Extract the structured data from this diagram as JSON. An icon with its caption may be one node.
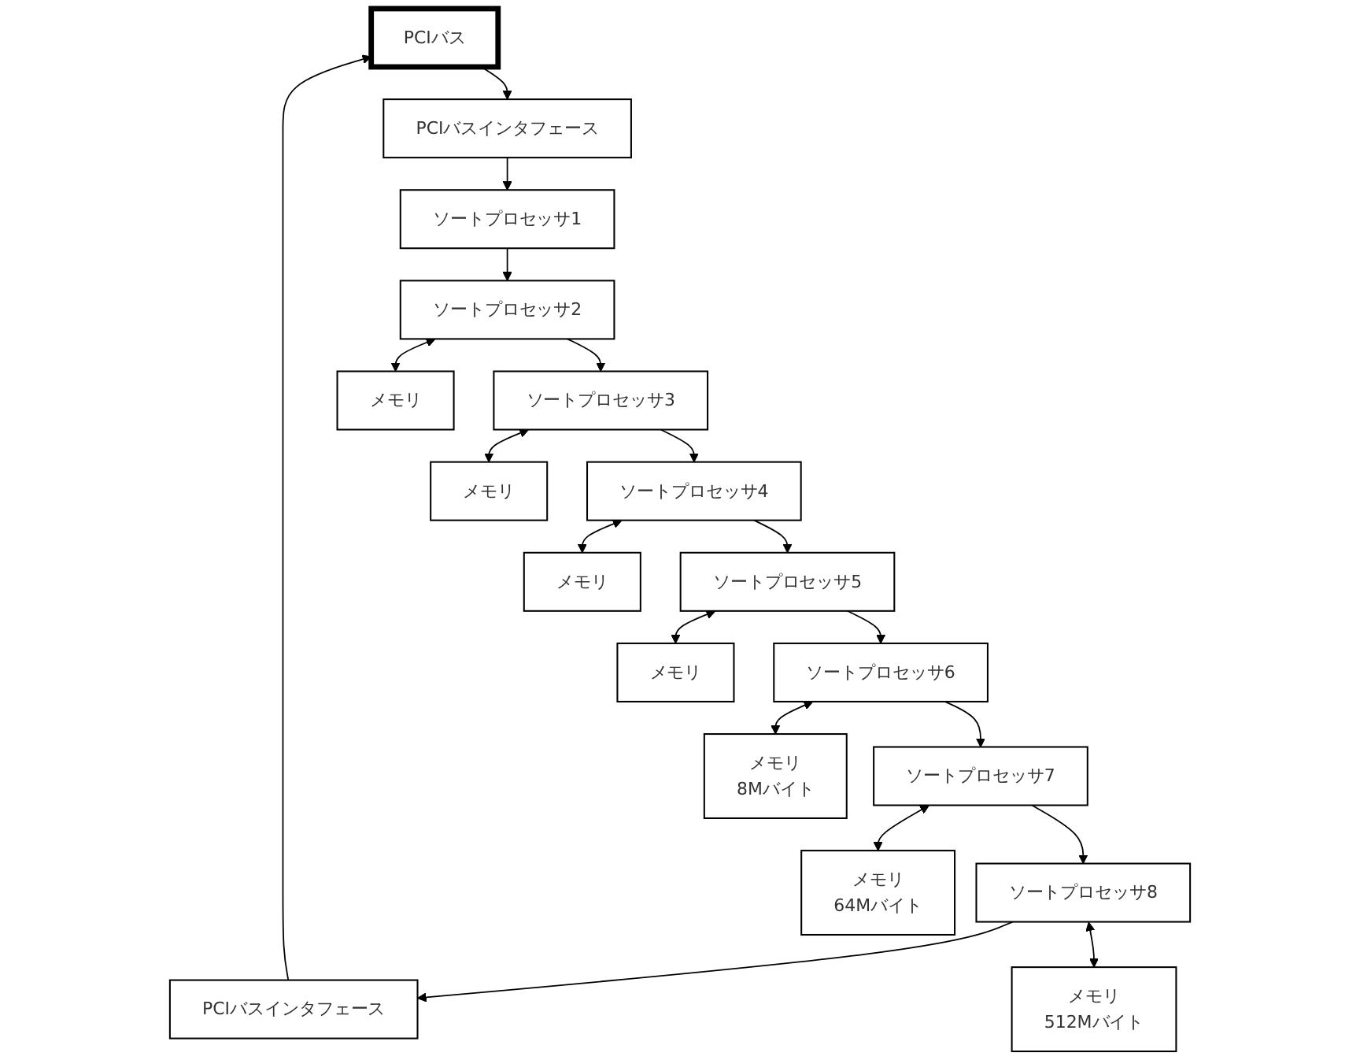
{
  "diagram": {
    "nodes": [
      {
        "text": [
          "PCIバス"
        ]
      },
      {
        "text": [
          "PCIバスインタフェース"
        ]
      },
      {
        "text": [
          "PCIバスインタフェース"
        ]
      },
      {
        "text": [
          "ソートプロセッサ1"
        ]
      },
      {
        "text": [
          "ソートプロセッサ2"
        ]
      },
      {
        "text": [
          "ソートプロセッサ3"
        ]
      },
      {
        "text": [
          "ソートプロセッサ4"
        ]
      },
      {
        "text": [
          "ソートプロセッサ5"
        ]
      },
      {
        "text": [
          "ソートプロセッサ6"
        ]
      },
      {
        "text": [
          "ソートプロセッサ7"
        ]
      },
      {
        "text": [
          "ソートプロセッサ8"
        ]
      },
      {
        "text": [
          "メモリ"
        ]
      },
      {
        "text": [
          "メモリ"
        ]
      },
      {
        "text": [
          "メモリ"
        ]
      },
      {
        "text": [
          "メモリ"
        ]
      },
      {
        "text": [
          "メモリ",
          "8Mバイト"
        ]
      },
      {
        "text": [
          "メモリ",
          "64Mバイト"
        ]
      },
      {
        "text": [
          "メモリ",
          "512Mバイト"
        ]
      }
    ],
    "edges": [
      {
        "from": 0,
        "to": 1,
        "arrow": "to"
      },
      {
        "from": 2,
        "to": 0,
        "arrow": "to"
      },
      {
        "from": 1,
        "to": 3,
        "arrow": "to"
      },
      {
        "from": 3,
        "to": 4,
        "arrow": "to"
      },
      {
        "from": 4,
        "to": 5,
        "arrow": "to"
      },
      {
        "from": 5,
        "to": 6,
        "arrow": "to"
      },
      {
        "from": 6,
        "to": 7,
        "arrow": "to"
      },
      {
        "from": 7,
        "to": 8,
        "arrow": "to"
      },
      {
        "from": 8,
        "to": 9,
        "arrow": "to"
      },
      {
        "from": 9,
        "to": 10,
        "arrow": "to"
      },
      {
        "from": 10,
        "to": 2,
        "arrow": "to"
      },
      {
        "from": 4,
        "to": 11,
        "arrow": "both"
      },
      {
        "from": 5,
        "to": 12,
        "arrow": "both"
      },
      {
        "from": 6,
        "to": 13,
        "arrow": "both"
      },
      {
        "from": 7,
        "to": 14,
        "arrow": "both"
      },
      {
        "from": 8,
        "to": 15,
        "arrow": "both"
      },
      {
        "from": 9,
        "to": 16,
        "arrow": "both"
      },
      {
        "from": 10,
        "to": 17,
        "arrow": "both"
      }
    ]
  }
}
